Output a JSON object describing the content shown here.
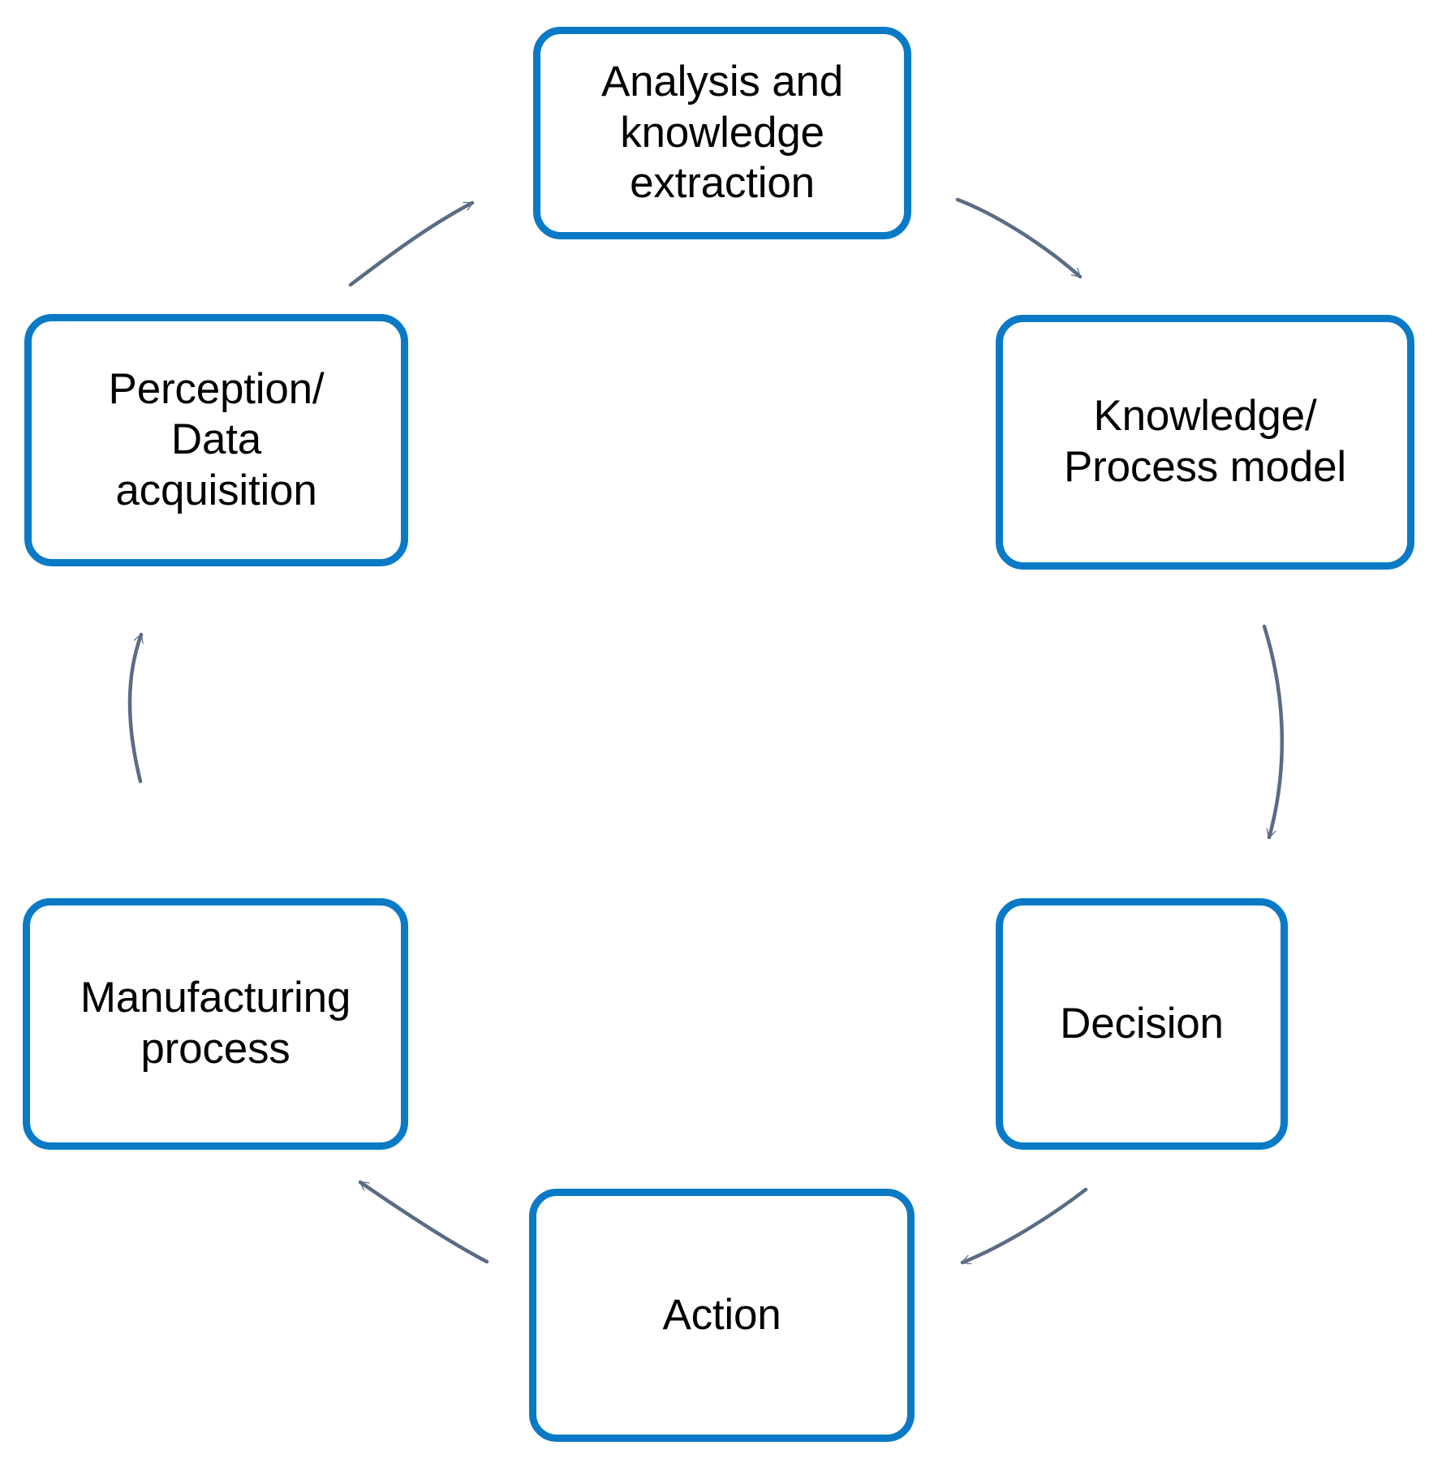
{
  "diagram": {
    "type": "cycle",
    "orientation": "clockwise",
    "background_color": "#ffffff",
    "node_border_color": "#0b7ac6",
    "node_fill_color": "#ffffff",
    "node_text_color": "#000000",
    "arrow_color": "#5b6b85",
    "nodes": [
      {
        "id": "analysis",
        "label": "Analysis and\nknowledge\nextraction",
        "position": "top"
      },
      {
        "id": "knowledge",
        "label": "Knowledge/\nProcess model",
        "position": "right-upper"
      },
      {
        "id": "decision",
        "label": "Decision",
        "position": "right-lower"
      },
      {
        "id": "action",
        "label": "Action",
        "position": "bottom"
      },
      {
        "id": "manufacturing",
        "label": "Manufacturing\nprocess",
        "position": "left-lower"
      },
      {
        "id": "perception",
        "label": "Perception/\nData\nacquisition",
        "position": "left-upper"
      }
    ],
    "edges": [
      {
        "id": "edge-analysis-knowledge",
        "from": "analysis",
        "to": "knowledge",
        "style": "curved-arrow"
      },
      {
        "id": "edge-knowledge-decision",
        "from": "knowledge",
        "to": "decision",
        "style": "curved-arrow"
      },
      {
        "id": "edge-decision-action",
        "from": "decision",
        "to": "action",
        "style": "curved-arrow"
      },
      {
        "id": "edge-action-manufacturing",
        "from": "action",
        "to": "manufacturing",
        "style": "curved-arrow"
      },
      {
        "id": "edge-manufacturing-perception",
        "from": "manufacturing",
        "to": "perception",
        "style": "curved-arrow"
      },
      {
        "id": "edge-perception-analysis",
        "from": "perception",
        "to": "analysis",
        "style": "curved-arrow"
      }
    ]
  }
}
